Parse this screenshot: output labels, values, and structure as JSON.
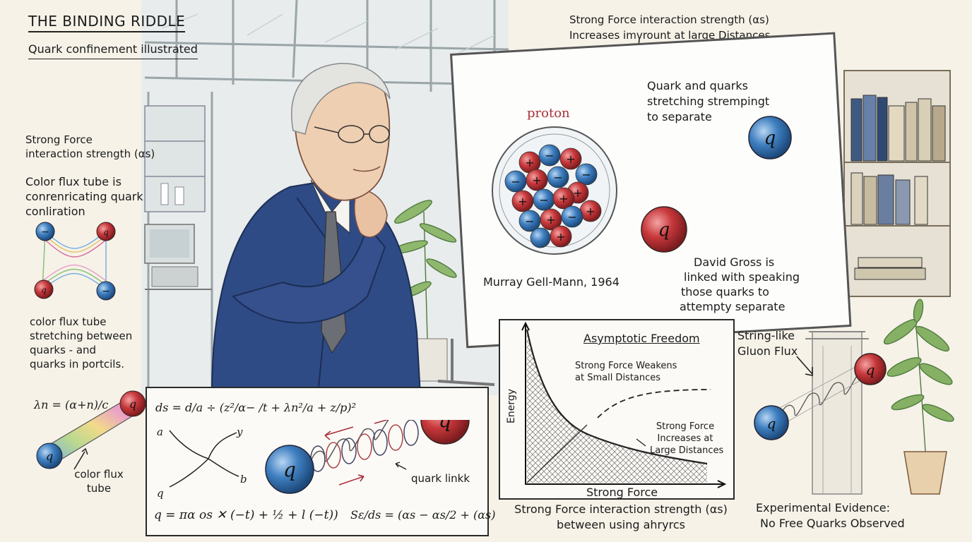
{
  "header": {
    "title": "THE BINDING RIDDLE",
    "subtitle": "Quark confinement illustrated"
  },
  "top_caption": {
    "line1": "Strong Force interaction strength (αs)",
    "line2": "Increases imvrount at large Distances"
  },
  "left_notes": {
    "strong_force_l1": "Strong Force",
    "strong_force_l2": "interaction strength (αs)",
    "flux_l1": "Color flux tube is",
    "flux_l2": "conrenricating quark",
    "flux_l3": "conliration",
    "stretch_l1": "color flux tube",
    "stretch_l2": "stretching between",
    "stretch_l3": "quarks - and",
    "stretch_l4": "quarks in portcils."
  },
  "left_bottom": {
    "lambda_formula": "λn = (α+n)/c",
    "tube_label_l1": "color flux",
    "tube_label_l2": "tube"
  },
  "board": {
    "proton_label": "proton",
    "caption": "Murray Gell-Mann, 1964",
    "stretch_l1": "Quark and quarks",
    "stretch_l2": "stretching strempingt",
    "stretch_l3": "to separate",
    "gross_l1": "David Gross is",
    "gross_l2": "linked with speaking",
    "gross_l3": "those quarks to",
    "gross_l4": "attempty separate"
  },
  "equations_panel": {
    "eq_top": "ds = d/a ÷ (z²/α− /t + λn²/a + z/p)²",
    "diagram_labels": [
      "a",
      "y",
      "b",
      "q"
    ],
    "quark_link": "quark linkk",
    "eq_bottom_left": "q = πα os ✕ (−t) + ½ + l (−t))",
    "eq_bottom_right": "Sε/ds = (αs − αs/2 + (αs)"
  },
  "graph": {
    "title": "Asymptotic Freedom",
    "ylabel": "Energy",
    "xlabel": "Strong Force",
    "note1_l1": "Strong Force Weakens",
    "note1_l2": "at Small Distances",
    "note2_l1": "Strong Force",
    "note2_l2": "Increases at",
    "note2_l3": "Large Distances",
    "caption_l1": "Strong Force interaction strength (αs)",
    "caption_l2": "between using ahryrcs"
  },
  "right": {
    "flux_l1": "String-like",
    "flux_l2": "Gluon Flux",
    "evidence_l1": "Experimental Evidence:",
    "evidence_l2": "No Free Quarks Observed"
  },
  "quark_symbol": "q",
  "colors": {
    "red_quark": "#c6363a",
    "blue_quark": "#3d79b8",
    "suit": "#2f4b86",
    "ink": "#1b1b1b"
  }
}
